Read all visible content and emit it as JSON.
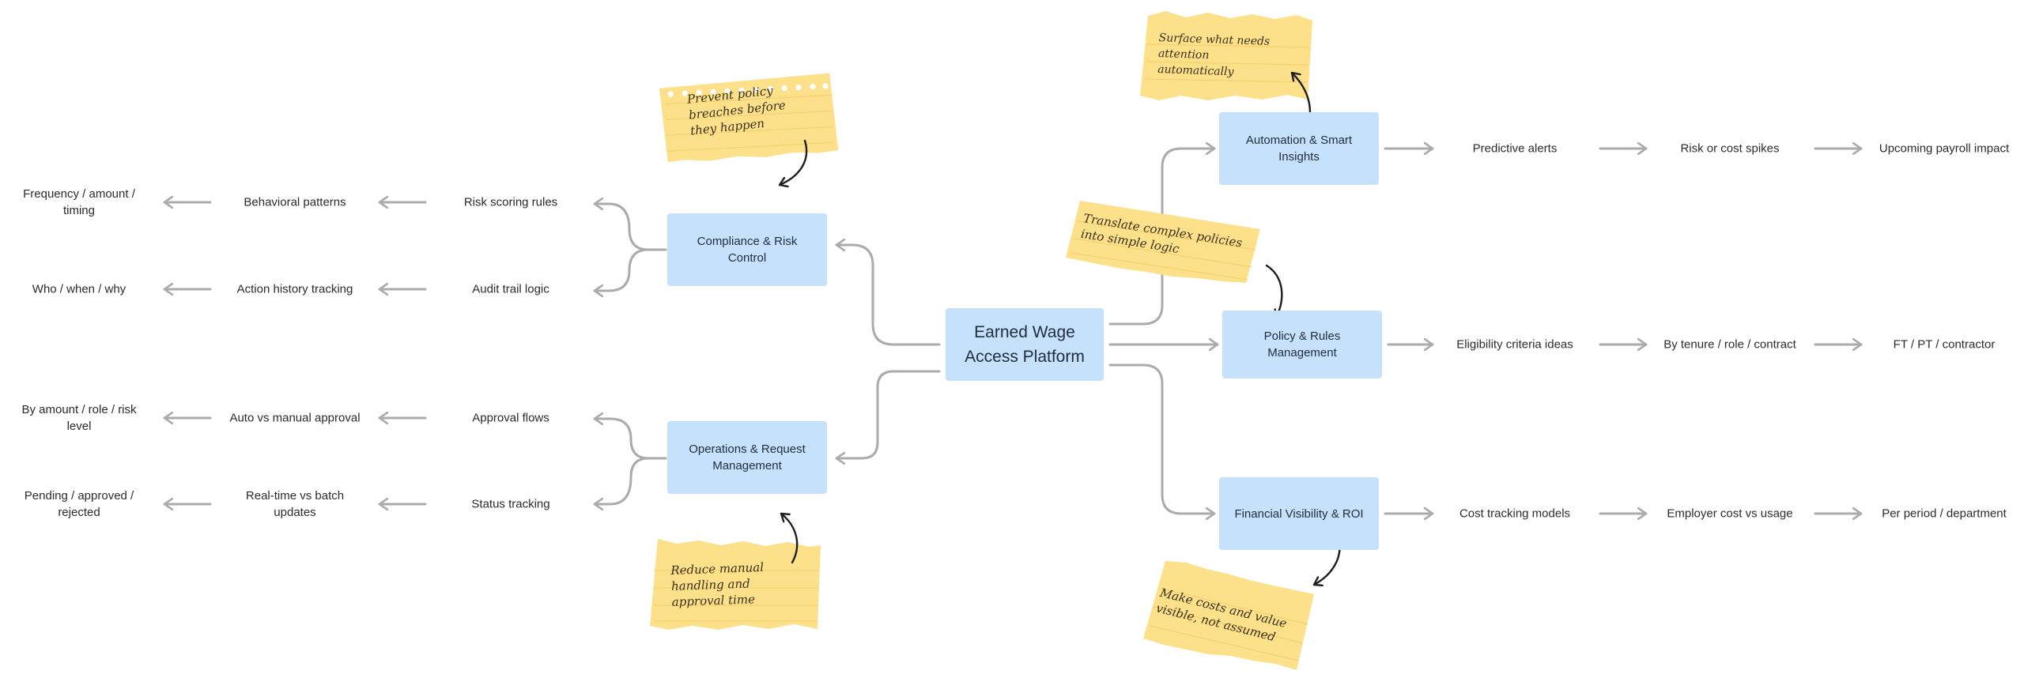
{
  "center": {
    "title": "Earned Wage Access Platform"
  },
  "left": [
    {
      "category": "Compliance & Risk Control",
      "branches": [
        {
          "chain": [
            "Risk scoring rules",
            "Behavioral patterns",
            "Frequency / amount / timing"
          ]
        },
        {
          "chain": [
            "Audit trail logic",
            "Action history tracking",
            "Who / when / why"
          ]
        }
      ]
    },
    {
      "category": "Operations & Request Management",
      "branches": [
        {
          "chain": [
            "Approval flows",
            "Auto vs manual approval",
            "By amount / role / risk level"
          ]
        },
        {
          "chain": [
            "Status tracking",
            "Real-time vs batch updates",
            "Pending / approved / rejected"
          ]
        }
      ]
    }
  ],
  "right": [
    {
      "category": "Automation & Smart Insights",
      "chain": [
        "Predictive alerts",
        "Risk or cost spikes",
        "Upcoming payroll impact"
      ]
    },
    {
      "category": "Policy & Rules Management",
      "chain": [
        "Eligibility criteria ideas",
        "By tenure / role / contract",
        "FT / PT / contractor"
      ]
    },
    {
      "category": "Financial Visibility & ROI",
      "chain": [
        "Cost tracking models",
        "Employer cost vs usage",
        "Per period / department"
      ]
    }
  ],
  "notes": [
    {
      "text": "Prevent policy breaches before they happen"
    },
    {
      "text": "Surface what needs attention automatically"
    },
    {
      "text": "Translate complex policies into simple logic"
    },
    {
      "text": "Reduce manual handling and approval time"
    },
    {
      "text": "Make costs and value visible, not assumed"
    }
  ],
  "colors": {
    "node_fill": "#c5e1fb",
    "connector": "#ababab",
    "sticky_note": "#fde08a",
    "note_arrow": "#1f1f1f"
  }
}
